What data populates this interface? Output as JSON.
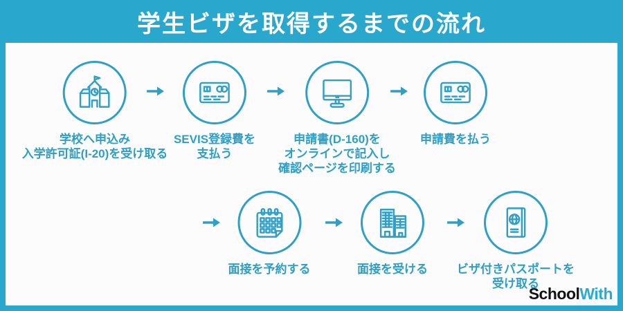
{
  "title": "学生ビザを取得するまでの流れ",
  "colors": {
    "frame_teal": "#29A7CC",
    "icon_stroke": "#2E9FC6",
    "label_text": "#2E9EC5",
    "panel_bg": "#FCFCFC",
    "title_text": "#FFFFFF",
    "logo_dark": "#131313",
    "logo_cyan": "#2BAAD3"
  },
  "flow": {
    "arrow_glyph": "→",
    "steps": [
      {
        "order": 1,
        "icon": "school-icon",
        "label_lines": [
          "学校へ申込み",
          "入学許可証(I-20)を受け取る"
        ]
      },
      {
        "order": 2,
        "icon": "credit-card-icon",
        "label_lines": [
          "SEVIS登録費を",
          "支払う"
        ]
      },
      {
        "order": 3,
        "icon": "monitor-icon",
        "label_lines": [
          "申請書(D-160)を",
          "オンラインで記入し",
          "確認ページを印刷する"
        ]
      },
      {
        "order": 4,
        "icon": "credit-card-icon",
        "label_lines": [
          "申請費を払う"
        ]
      },
      {
        "order": 5,
        "icon": "calendar-icon",
        "label_lines": [
          "面接を予約する"
        ]
      },
      {
        "order": 6,
        "icon": "building-icon",
        "label_lines": [
          "面接を受ける"
        ]
      },
      {
        "order": 7,
        "icon": "passport-icon",
        "label_lines": [
          "ビザ付きパスポートを",
          "受け取る"
        ]
      }
    ]
  },
  "logo": {
    "part1": "School",
    "part2": "With"
  }
}
